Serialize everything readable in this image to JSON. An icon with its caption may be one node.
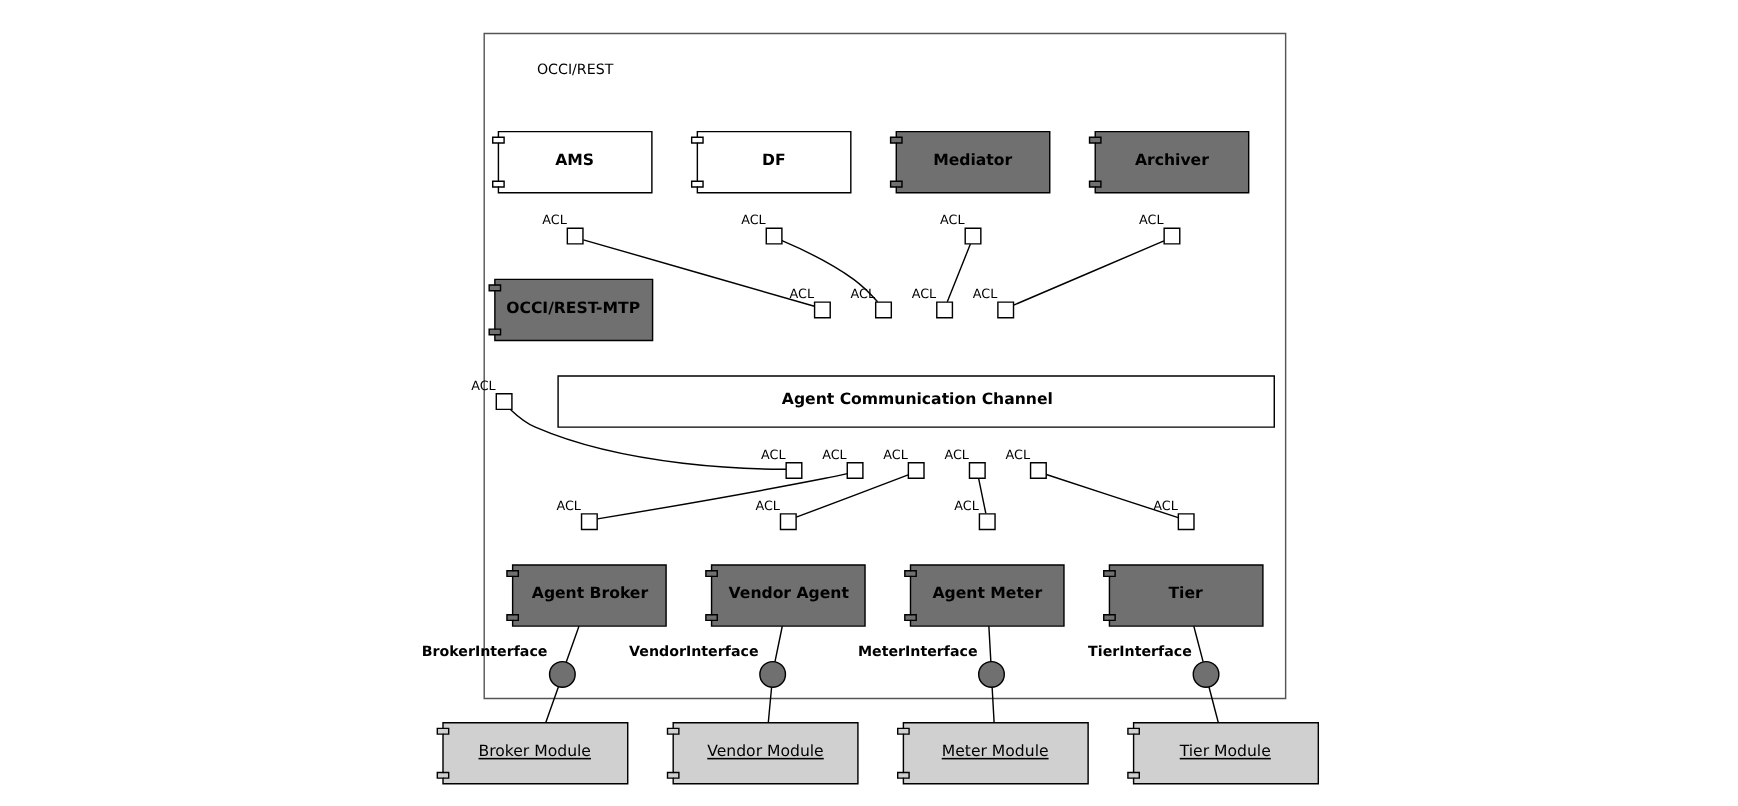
{
  "diagram": {
    "nodes": [
      {
        "text": [],
        "shape": "box"
      },
      {
        "text": [
          "AMS"
        ],
        "in": 0
      },
      {
        "text": [
          "DF"
        ],
        "in": 0
      },
      {
        "text": [
          "Mediator"
        ],
        "in": 0
      },
      {
        "text": [
          "Archiver"
        ],
        "in": 0
      },
      {
        "text": [
          "OCCI/REST-MTP"
        ],
        "in": 0
      },
      {
        "text": [
          "Agent Communication Channel"
        ],
        "in": 0
      },
      {
        "text": [
          "Agent Broker"
        ],
        "in": 0
      },
      {
        "text": [
          "Vendor Agent"
        ],
        "in": 0
      },
      {
        "text": [
          "Agent Meter"
        ],
        "in": 0
      },
      {
        "text": [
          "Tier"
        ],
        "in": 0
      },
      {
        "text": [],
        "shape": "box",
        "beside": [
          "ACL"
        ],
        "in": 0
      },
      {
        "text": [],
        "shape": "box",
        "beside": [
          "ACL"
        ],
        "in": 0
      },
      {
        "text": [],
        "shape": "box",
        "beside": [
          "ACL"
        ],
        "in": 0
      },
      {
        "text": [],
        "shape": "box",
        "beside": [
          "ACL"
        ],
        "in": 0
      },
      {
        "text": [],
        "shape": "box",
        "beside": [
          "ACL"
        ],
        "in": 0
      },
      {
        "text": [],
        "shape": "box",
        "beside": [
          "ACL"
        ],
        "in": 0
      },
      {
        "text": [],
        "shape": "box",
        "beside": [
          "ACL"
        ],
        "in": 0
      },
      {
        "text": [],
        "shape": "box",
        "beside": [
          "ACL"
        ],
        "in": 0
      },
      {
        "text": [],
        "shape": "box",
        "beside": [
          "ACL"
        ],
        "in": 0
      },
      {
        "text": [],
        "shape": "box",
        "beside": [
          "ACL"
        ],
        "in": 0
      },
      {
        "text": [],
        "shape": "box",
        "beside": [
          "ACL"
        ],
        "in": 0
      },
      {
        "text": [],
        "shape": "box",
        "beside": [
          "ACL"
        ],
        "in": 0
      },
      {
        "text": [],
        "shape": "box",
        "beside": [
          "ACL"
        ],
        "in": 0
      },
      {
        "text": [],
        "shape": "box",
        "beside": [
          "ACL"
        ],
        "in": 0
      },
      {
        "text": [],
        "shape": "box",
        "beside": [
          "ACL"
        ],
        "in": 0
      },
      {
        "text": [],
        "shape": "box",
        "beside": [
          "ACL"
        ],
        "in": 0
      },
      {
        "text": [],
        "shape": "box",
        "beside": [
          "ACL"
        ],
        "in": 0
      },
      {
        "text": [],
        "shape": "box",
        "beside": [
          "ACL"
        ],
        "in": 0
      },
      {
        "text": [],
        "shape": "circle",
        "beside": [
          "BrokerInterface"
        ],
        "in": 0
      },
      {
        "text": [],
        "shape": "circle",
        "beside": [
          "VendorInterface"
        ],
        "in": 0
      },
      {
        "text": [],
        "shape": "circle",
        "beside": [
          "MeterInterface"
        ],
        "in": 0
      },
      {
        "text": [],
        "shape": "circle",
        "beside": [
          "TierInterface"
        ],
        "in": 0
      },
      {
        "text": [
          "Broker Module"
        ]
      },
      {
        "text": [
          "Vendor Module"
        ]
      },
      {
        "text": [
          "Meter Module"
        ]
      },
      {
        "text": [
          "Tier Module"
        ]
      }
    ],
    "edges": [
      {
        "from": 11,
        "to": 16,
        "arrow": "none"
      },
      {
        "from": 12,
        "to": 17,
        "arrow": "none"
      },
      {
        "from": 13,
        "to": 18,
        "arrow": "none"
      },
      {
        "from": 14,
        "to": 19,
        "arrow": "none"
      },
      {
        "from": 15,
        "to": 20,
        "arrow": "none"
      },
      {
        "from": 21,
        "to": 25,
        "arrow": "none"
      },
      {
        "from": 22,
        "to": 26,
        "arrow": "none"
      },
      {
        "from": 23,
        "to": 27,
        "arrow": "none"
      },
      {
        "from": 24,
        "to": 28,
        "arrow": "none"
      },
      {
        "from": 7,
        "to": 29,
        "arrow": "none"
      },
      {
        "from": 8,
        "to": 30,
        "arrow": "none"
      },
      {
        "from": 9,
        "to": 31,
        "arrow": "none"
      },
      {
        "from": 10,
        "to": 32,
        "arrow": "none"
      },
      {
        "from": 29,
        "to": 33,
        "arrow": "none"
      },
      {
        "from": 30,
        "to": 34,
        "arrow": "none"
      },
      {
        "from": 31,
        "to": 35,
        "arrow": "none"
      },
      {
        "from": 32,
        "to": 36,
        "arrow": "none"
      }
    ],
    "labels": [
      "OCCI/REST"
    ]
  }
}
